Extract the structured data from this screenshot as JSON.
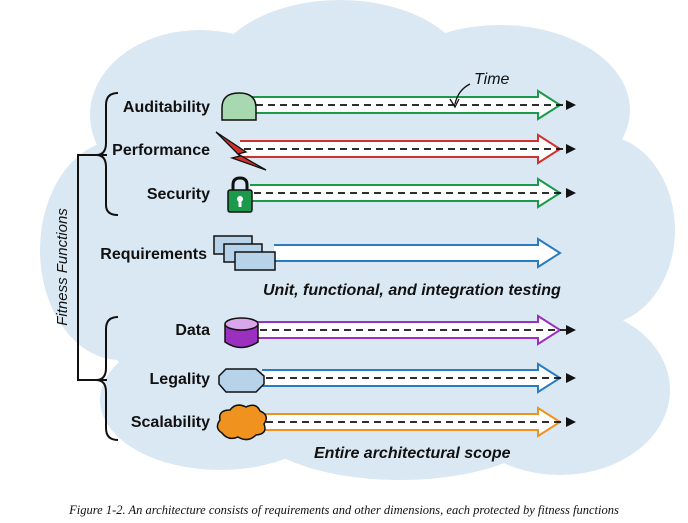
{
  "time_label": "Time",
  "side_label": "Fitness Functions",
  "rows": [
    {
      "label": "Auditability",
      "icon": "dome-icon",
      "color": "#1a9a4a"
    },
    {
      "label": "Performance",
      "icon": "lightning-icon",
      "color": "#d0312d"
    },
    {
      "label": "Security",
      "icon": "padlock-icon",
      "color": "#1a9a4a"
    },
    {
      "label": "Requirements",
      "icon": "documents-icon",
      "color": "#2b7bc0"
    },
    {
      "label": "Data",
      "icon": "database-icon",
      "color": "#9b2fc0"
    },
    {
      "label": "Legality",
      "icon": "octagon-icon",
      "color": "#2b7bc0"
    },
    {
      "label": "Scalability",
      "icon": "cloud-icon",
      "color": "#f0921e"
    }
  ],
  "notes": {
    "testing": "Unit, functional, and integration testing",
    "scope": "Entire architectural scope"
  },
  "caption": "Figure 1-2. An architecture consists of requirements and other dimensions, each protected by fitness functions",
  "colors": {
    "cloud": "#dae8f3",
    "green": "#1a9a4a",
    "red": "#d0312d",
    "blue": "#2b7bc0",
    "purple": "#9b2fc0",
    "orange": "#f0921e"
  }
}
